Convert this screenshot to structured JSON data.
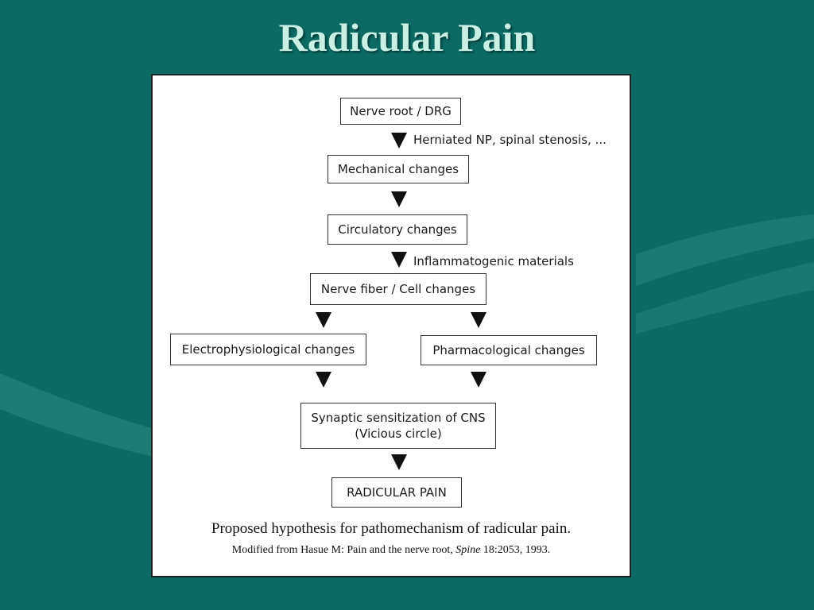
{
  "title": "Radicular Pain",
  "nodes": {
    "nerve_root": "Nerve root / DRG",
    "mechanical": "Mechanical changes",
    "circulatory": "Circulatory changes",
    "nerve_fiber": "Nerve fiber / Cell changes",
    "electrophysiological": "Electrophysiological changes",
    "pharmacological": "Pharmacological changes",
    "synaptic_line1": "Synaptic sensitization of CNS",
    "synaptic_line2": "(Vicious circle)",
    "radicular_pain": "RADICULAR PAIN"
  },
  "edge_labels": {
    "herniated": "Herniated NP, spinal stenosis, ...",
    "inflammatogenic": "Inflammatogenic materials"
  },
  "caption": {
    "main": "Proposed hypothesis for pathomechanism of radicular pain.",
    "source_prefix": "Modified from Hasue M: Pain and the nerve root, ",
    "source_journal": "Spine",
    "source_suffix": " 18:2053, 1993."
  },
  "colors": {
    "background": "#0c6a62",
    "title": "#c8f0e4",
    "panel": "#ffffff"
  }
}
